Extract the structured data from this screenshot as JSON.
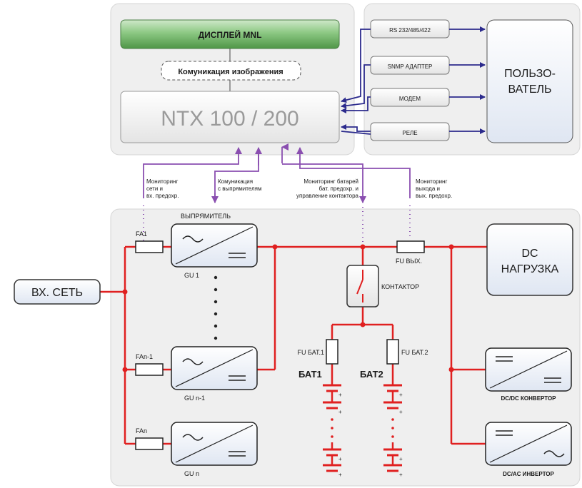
{
  "display": {
    "prefix": "ДИСПЛЕЙ ",
    "strong": "MNL"
  },
  "image_comm": "Комуникация изображения",
  "controller": "NTX 100 / 200",
  "comm_ports": [
    "RS 232/485/422",
    "SNMP АДАПТЕР",
    "МОДЕМ",
    "РЕЛЕ"
  ],
  "user": [
    "ПОЛЬЗО-",
    "ВАТЕЛЬ"
  ],
  "monitor_labels": [
    [
      "Мониторинг",
      "сети и",
      "вх. предохр."
    ],
    [
      "Комуникация",
      "с выпрямителям"
    ],
    [
      "Мониторинг батарей",
      "бат. предохр. и",
      "управление контактора"
    ],
    [
      "Мониторинг",
      "выхода и",
      "вых. предохр."
    ]
  ],
  "input_mains": "ВХ. СЕТЬ",
  "rectifier_title": "ВЫПРЯМИТЕЛЬ",
  "input_fuses": [
    "FA1",
    "FAn-1",
    "FAn"
  ],
  "rectifiers": [
    "GU 1",
    "GU n-1",
    "GU n"
  ],
  "output_fuse": "FU ВЫХ.",
  "contactor": "КОНТАКТОР",
  "battery_fuses": [
    "FU БАТ.1",
    "FU БАТ.2"
  ],
  "batteries": [
    "БАТ1",
    "БАТ2"
  ],
  "dc_load": [
    "DC",
    "НАГРУЗКА"
  ],
  "dcdc": "DC/DC КОНВЕРТОР",
  "dcac": "DC/AC ИНВЕРТОР",
  "colors": {
    "power_line": "#e02020",
    "comm_line": "#2b2a8c",
    "monitor_line": "#8a4fb0",
    "panel": "#efefef",
    "display": "#5ea257"
  }
}
